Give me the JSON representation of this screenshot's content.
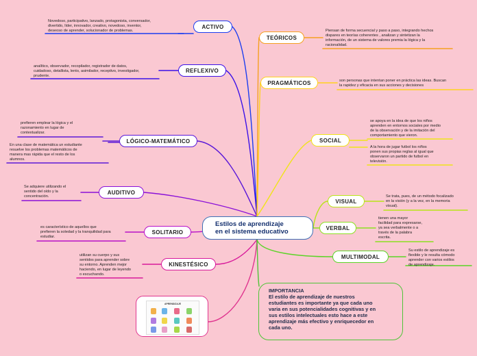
{
  "central": {
    "line1": "Estilos de aprendizaje",
    "line2": "en el sistema educativo"
  },
  "left": [
    {
      "key": "activo",
      "label": "ACTIVO",
      "desc": [
        "Novedoso, participativo, lanzado, protagonista, conversador,",
        "divertido, líder, innovador, creativo, novedoso, inventor,",
        "deseoso de aprender, solucionador de problemas."
      ]
    },
    {
      "key": "reflexivo",
      "label": "REFLEXIVO",
      "desc": [
        "analítico, observador, recopilador, registrador de datos,",
        "cuidadoso, detallista, lento, asimilador, receptivo, investigador,",
        "prudente."
      ]
    },
    {
      "key": "logico",
      "label": "LÓGICO-MATEMÁTICO",
      "desc": [
        "prefieren emplear la lógica y el",
        "razonamiento en lugar de",
        "contextualizar."
      ],
      "desc2": [
        "En una clase  de matemática un estudiante",
        "resuelve los problemas matemáticos de",
        "manera mas  rápida  que el resto de los",
        "alumnos."
      ]
    },
    {
      "key": "auditivo",
      "label": "AUDITIVO",
      "desc": [
        "Se adquiere utilizando el",
        "sentido del oído y la",
        "concentración."
      ]
    },
    {
      "key": "solitario",
      "label": "SOLITARIO",
      "desc": [
        "es característico de aquellos que",
        "prefieren la soledad y la tranquilidad para",
        "estudiar."
      ]
    },
    {
      "key": "kinestesico",
      "label": "KINESTÉSICO",
      "desc": [
        "utilizan su cuerpo y sus",
        "sentidos para aprender sobre",
        "su entorno. Aprenden mejor",
        "haciendo, en lugar de leyendo",
        "o escuchando."
      ]
    }
  ],
  "right": [
    {
      "key": "teoricos",
      "label": "TEÓRICOS",
      "desc": [
        "Piensan de forma secuencial y paso a paso, integrando hechos",
        "dispares en teorías coherentes ,  analizan y sintetizan la",
        "información, de un  sistema de valores premia la lógica y la",
        "racionalidad."
      ]
    },
    {
      "key": "pragmaticos",
      "label": "PRAGMÁTICOS",
      "desc": [
        "son personas que intentan poner en práctica las ideas. Buscan",
        "la rapidez y eficacia en sus acciones y decisiones"
      ]
    },
    {
      "key": "social",
      "label": "SOCIAL",
      "desc": [
        "se apoya en la idea de que los niños",
        "aprenden en entornos sociales por medio",
        "de la observación y de la imitación del",
        "comportamiento que vieron."
      ],
      "desc2": [
        "A la hora de jugar futbol   los niños",
        "ponen sus  propias reglas  al igual que",
        "observaron un partido de futbol en",
        "televisión."
      ]
    },
    {
      "key": "visual",
      "label": "VISUAL",
      "desc": [
        "Se trata, pues, de un método focalizado",
        "en la visión (y a la vez, en la memoria",
        "visual)."
      ]
    },
    {
      "key": "verbal",
      "label": "VERBAL",
      "desc": [
        "tienen una mayor",
        "facilidad para expresarse,",
        "ya sea verbalmente o a",
        "través de la palabra",
        "escrita."
      ]
    },
    {
      "key": "multimodal",
      "label": "MULTIMODAL",
      "desc": [
        "Su estilo de aprendizaje es",
        "flexible y le resulta cómodo",
        "aprender con varios estilos",
        "de aprendizaje."
      ]
    }
  ],
  "importance": {
    "title": "IMPORTANCIA",
    "lines": [
      "El estilo de aprendizaje de nuestros",
      "estudiantes es importante ya que cada uno",
      "varia en sus potencialidades cognitivas y en",
      "sus estilos intelectuales esto hace a este",
      "aprendizaje más efectivo y enriquecedor en",
      "cada uno."
    ]
  },
  "image": {
    "title": "APRENDIZAJE"
  },
  "colors": {
    "background": "#fac8d2",
    "activo": "#1a3cf0",
    "reflexivo": "#3a10e8",
    "logico": "#5a18d8",
    "auditivo": "#8a10d8",
    "solitario": "#b810c8",
    "kinestesico": "#d8189a",
    "imagen": "#e0358f",
    "teoricos": "#f5a020",
    "pragmaticos": "#ffd21e",
    "social": "#f0e418",
    "visual": "#b8e418",
    "verbal": "#8ae020",
    "multimodal": "#5ad426",
    "importancia": "#4ec437"
  }
}
